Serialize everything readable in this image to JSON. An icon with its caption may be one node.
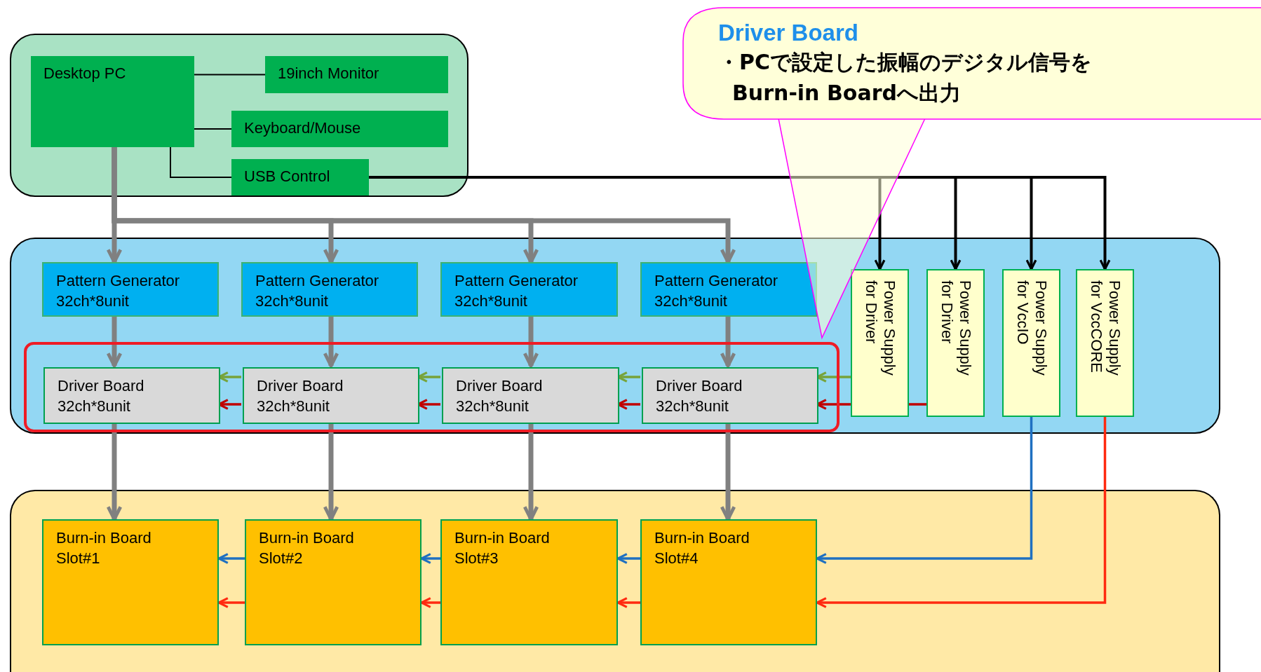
{
  "diagram": {
    "nodes": [
      {
        "text": [],
        "shape": "box"
      },
      {
        "text": [
          "Desktop PC"
        ],
        "in": 0
      },
      {
        "text": [
          "19inch Monitor"
        ],
        "in": 0
      },
      {
        "text": [
          "Keyboard/Mouse"
        ],
        "in": 0
      },
      {
        "text": [
          "USB Control"
        ],
        "in": 0
      },
      {
        "text": [],
        "shape": "box"
      },
      {
        "text": [
          "Pattern Generator",
          "32ch*8unit"
        ],
        "in": 5
      },
      {
        "text": [
          "Pattern Generator",
          "32ch*8unit"
        ],
        "in": 5
      },
      {
        "text": [
          "Pattern Generator",
          "32ch*8unit"
        ],
        "in": 5
      },
      {
        "text": [
          "Pattern Generator",
          "32ch*8unit"
        ],
        "in": 5
      },
      {
        "text": [],
        "shape": "box",
        "in": 5
      },
      {
        "text": [
          "Driver Board",
          "32ch*8unit"
        ],
        "in": 10
      },
      {
        "text": [
          "Driver Board",
          "32ch*8unit"
        ],
        "in": 10
      },
      {
        "text": [
          "Driver Board",
          "32ch*8unit"
        ],
        "in": 10
      },
      {
        "text": [
          "Driver Board",
          "32ch*8unit"
        ],
        "in": 10
      },
      {
        "text": [
          "Power Supply for Driver"
        ],
        "in": 5
      },
      {
        "text": [
          "Power Supply for Driver"
        ],
        "in": 5
      },
      {
        "text": [
          "Power Supply for VccIO"
        ],
        "in": 5
      },
      {
        "text": [
          "Power Supply for VccCORE"
        ],
        "in": 5
      },
      {
        "text": [],
        "shape": "box"
      },
      {
        "text": [
          "Burn-in Board",
          "Slot#1"
        ],
        "in": 19
      },
      {
        "text": [
          "Burn-in Board",
          "Slot#2"
        ],
        "in": 19
      },
      {
        "text": [
          "Burn-in Board",
          "Slot#3"
        ],
        "in": 19
      },
      {
        "text": [
          "Burn-in Board",
          "Slot#4"
        ],
        "in": 19
      },
      {
        "text": [
          "Driver Board",
          "・PCで設定した振幅のデジタル信号をBurn-in Boardへ出力"
        ]
      }
    ],
    "edges": [
      {
        "from": 1,
        "to": 2,
        "arrow": "none",
        "color": "#000000"
      },
      {
        "from": 1,
        "to": 3,
        "arrow": "none",
        "color": "#000000"
      },
      {
        "from": 1,
        "to": 4,
        "arrow": "none",
        "color": "#000000"
      },
      {
        "from": 1,
        "to": 6,
        "arrow": "to",
        "style": "thick"
      },
      {
        "from": 1,
        "to": 7,
        "arrow": "to",
        "style": "thick"
      },
      {
        "from": 1,
        "to": 8,
        "arrow": "to",
        "style": "thick"
      },
      {
        "from": 1,
        "to": 9,
        "arrow": "to",
        "style": "thick"
      },
      {
        "from": 4,
        "to": 15,
        "arrow": "to",
        "color": "#000000"
      },
      {
        "from": 4,
        "to": 16,
        "arrow": "to",
        "color": "#000000"
      },
      {
        "from": 4,
        "to": 17,
        "arrow": "to",
        "color": "#000000"
      },
      {
        "from": 4,
        "to": 18,
        "arrow": "to",
        "color": "#000000"
      },
      {
        "from": 6,
        "to": 11,
        "arrow": "to",
        "style": "thick"
      },
      {
        "from": 7,
        "to": 12,
        "arrow": "to",
        "style": "thick"
      },
      {
        "from": 8,
        "to": 13,
        "arrow": "to",
        "style": "thick"
      },
      {
        "from": 9,
        "to": 14,
        "arrow": "to",
        "style": "thick"
      },
      {
        "from": 11,
        "to": 20,
        "arrow": "to",
        "style": "thick"
      },
      {
        "from": 12,
        "to": 21,
        "arrow": "to",
        "style": "thick"
      },
      {
        "from": 13,
        "to": 22,
        "arrow": "to",
        "style": "thick"
      },
      {
        "from": 14,
        "to": 23,
        "arrow": "to",
        "style": "thick"
      },
      {
        "from": 15,
        "to": 14,
        "arrow": "to",
        "color": "#77a33a"
      },
      {
        "from": 16,
        "to": 15,
        "arrow": "none",
        "color": "#c00000"
      },
      {
        "from": 15,
        "to": 14,
        "arrow": "to",
        "color": "#c00000"
      },
      {
        "from": 14,
        "to": 13,
        "arrow": "to",
        "color": "#77a33a"
      },
      {
        "from": 14,
        "to": 13,
        "arrow": "to",
        "color": "#c00000"
      },
      {
        "from": 13,
        "to": 12,
        "arrow": "to",
        "color": "#77a33a"
      },
      {
        "from": 13,
        "to": 12,
        "arrow": "to",
        "color": "#c00000"
      },
      {
        "from": 12,
        "to": 11,
        "arrow": "to",
        "color": "#77a33a"
      },
      {
        "from": 12,
        "to": 11,
        "arrow": "to",
        "color": "#c00000"
      },
      {
        "from": 17,
        "to": 23,
        "arrow": "to",
        "color": "#1f70c1"
      },
      {
        "from": 18,
        "to": 23,
        "arrow": "to",
        "color": "#ff2a10"
      },
      {
        "from": 23,
        "to": 22,
        "arrow": "to",
        "color": "#1f70c1"
      },
      {
        "from": 23,
        "to": 22,
        "arrow": "to",
        "color": "#ff2a10"
      },
      {
        "from": 22,
        "to": 21,
        "arrow": "to",
        "color": "#1f70c1"
      },
      {
        "from": 22,
        "to": 21,
        "arrow": "to",
        "color": "#ff2a10"
      },
      {
        "from": 21,
        "to": 20,
        "arrow": "to",
        "color": "#1f70c1"
      },
      {
        "from": 21,
        "to": 20,
        "arrow": "to",
        "color": "#ff2a10"
      }
    ]
  }
}
